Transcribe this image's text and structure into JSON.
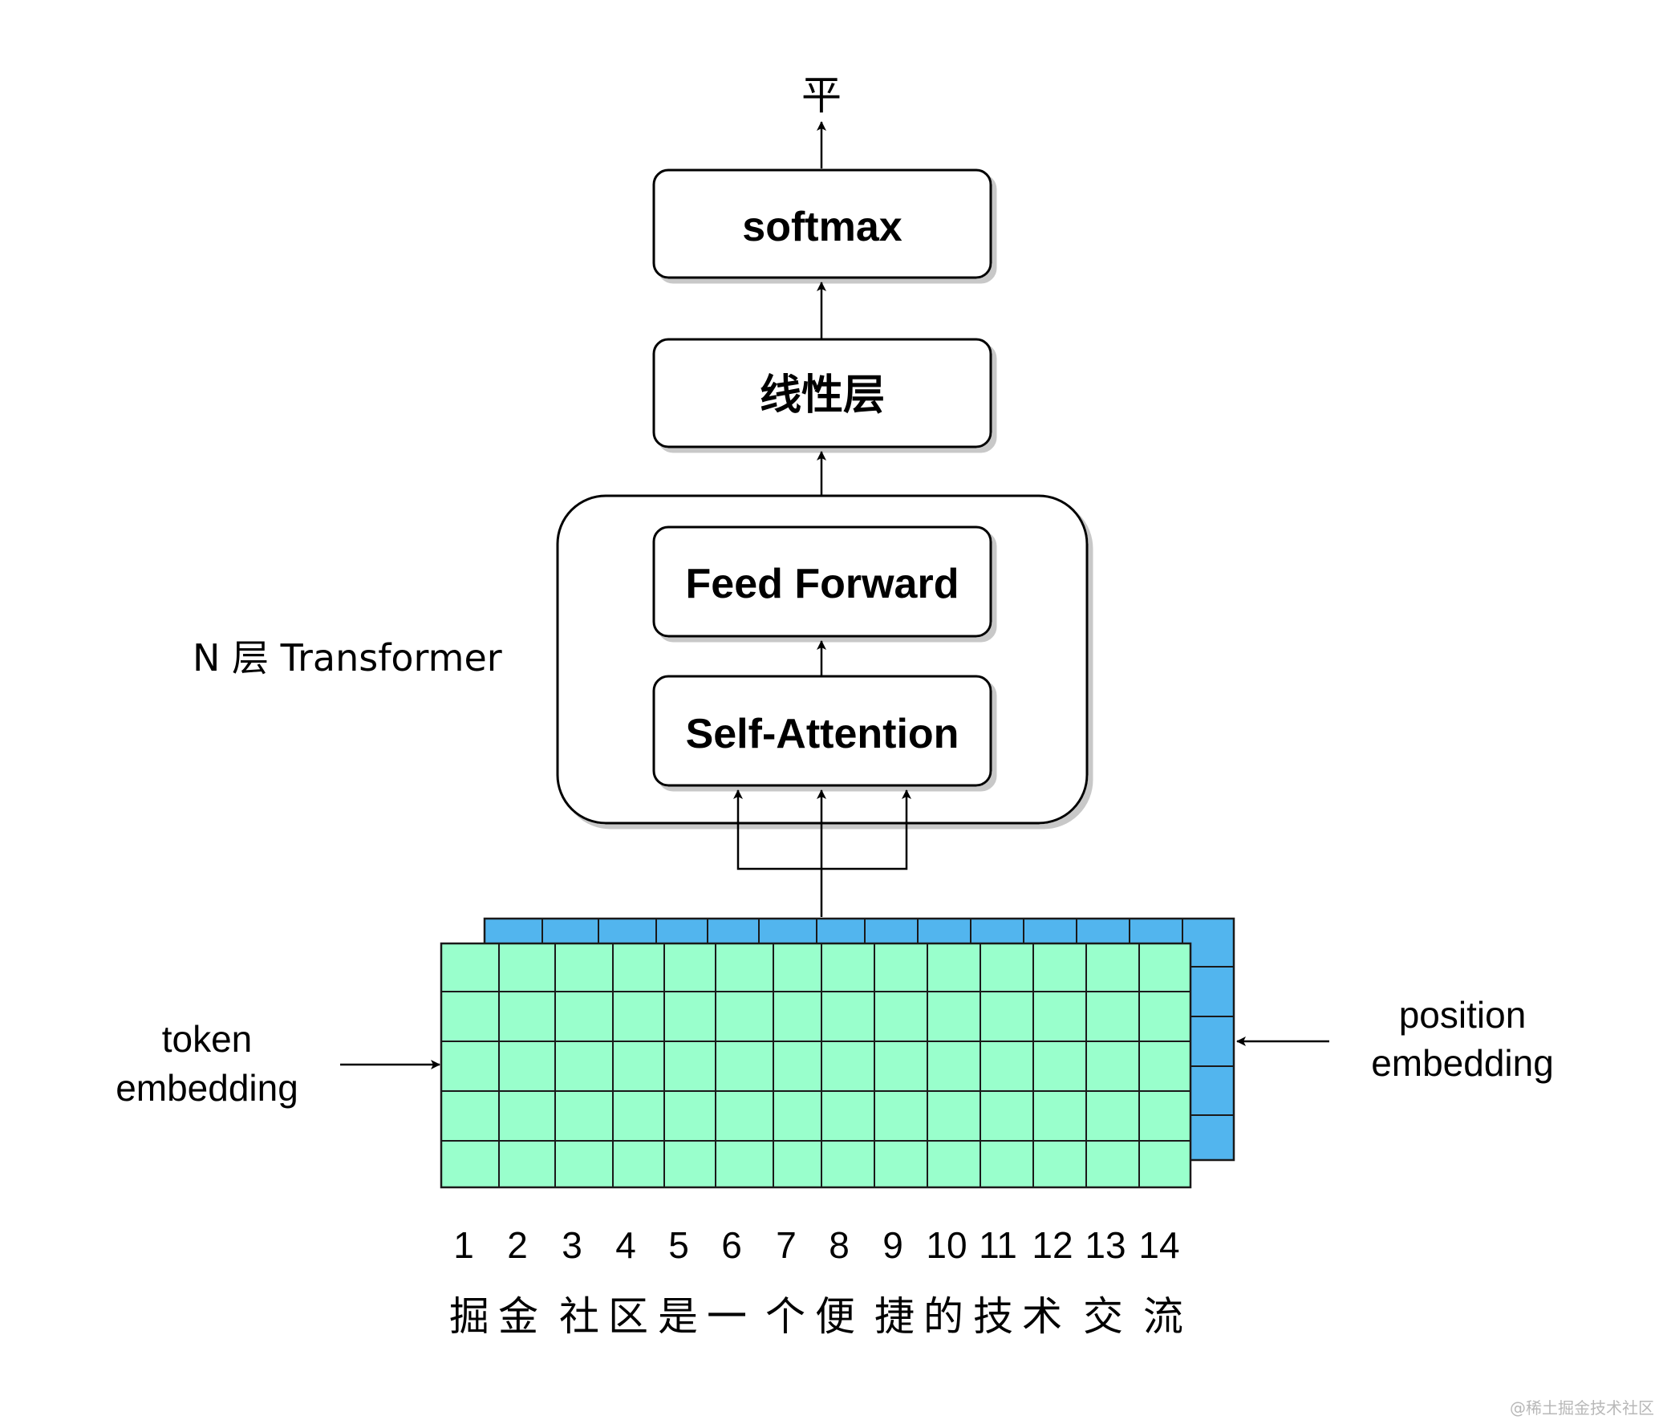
{
  "output_token": "平",
  "boxes": {
    "softmax": "softmax",
    "linear": "线性层",
    "feed_forward": "Feed Forward",
    "self_attention": "Self-Attention"
  },
  "group_label": "N 层 Transformer",
  "token_embedding": {
    "line1": "token",
    "line2": "embedding"
  },
  "position_embedding": {
    "line1": "position",
    "line2": "embedding"
  },
  "positions": [
    "1",
    "2",
    "3",
    "4",
    "5",
    "6",
    "7",
    "8",
    "9",
    "10",
    "11",
    "12",
    "13",
    "14"
  ],
  "tokens": [
    "掘",
    "金",
    "社",
    "区",
    "是",
    "一",
    "个",
    "便",
    "捷",
    "的",
    "技",
    "术",
    "交",
    "流"
  ],
  "watermark": "@稀土掘金技术社区",
  "colors": {
    "token_grid": "#99ffcc",
    "position_grid": "#52b5ee",
    "stroke": "#1a1a1a"
  }
}
